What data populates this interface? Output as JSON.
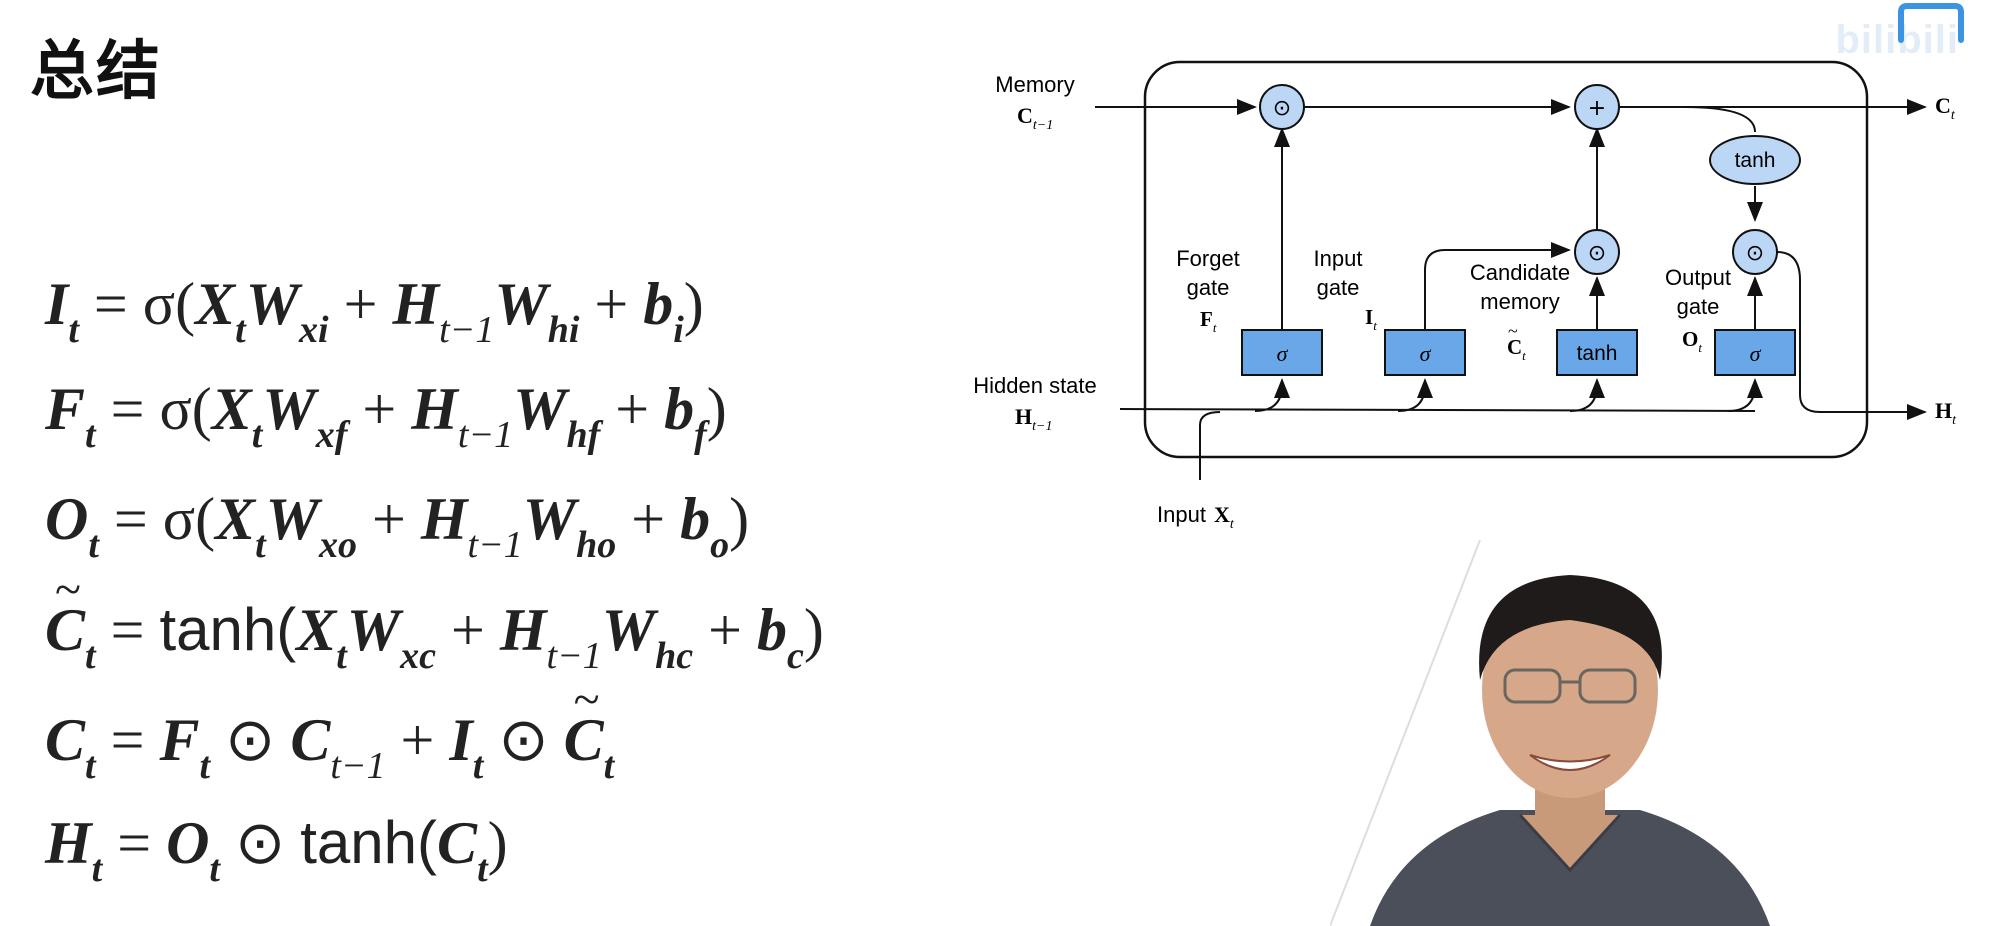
{
  "title": "总结",
  "watermark_text": "bilibili",
  "diagram": {
    "memory_label": "Memory",
    "hidden_label": "Hidden state",
    "input_label": "Input",
    "forget_label": [
      "Forget",
      "gate"
    ],
    "input_gate_label": [
      "Input",
      "gate"
    ],
    "candidate_label": [
      "Candidate",
      "memory"
    ],
    "output_label": [
      "Output",
      "gate"
    ],
    "tanh": "tanh",
    "sigma": "σ",
    "plus": "+",
    "odot": "⊙",
    "sym_C": "C",
    "sym_H": "H",
    "sym_X": "X",
    "sym_F": "F",
    "sym_I": "I",
    "sym_O": "O",
    "sub_t": "t",
    "sub_t1": "t−1",
    "colors": {
      "box_fill": "#6aa7e8",
      "node_fill": "#bcd6f5",
      "stroke": "#111111"
    }
  },
  "eq": {
    "I": "I",
    "F": "F",
    "O": "O",
    "C": "C",
    "H": "H",
    "X": "X",
    "W": "W",
    "b": "b",
    "t": "t",
    "t1": "t−1",
    "eqs": "=",
    "plus": "+",
    "odot": "⊙",
    "sigma": "σ(",
    "rp": ")",
    "tanh": "tanh",
    "tanh_open": "tanh(",
    "xi": "xi",
    "hi": "hi",
    "i": "i",
    "xf": "xf",
    "hf": "hf",
    "f": "f",
    "xo": "xo",
    "ho": "ho",
    "o": "o",
    "xc": "xc",
    "hc": "hc",
    "c": "c"
  }
}
